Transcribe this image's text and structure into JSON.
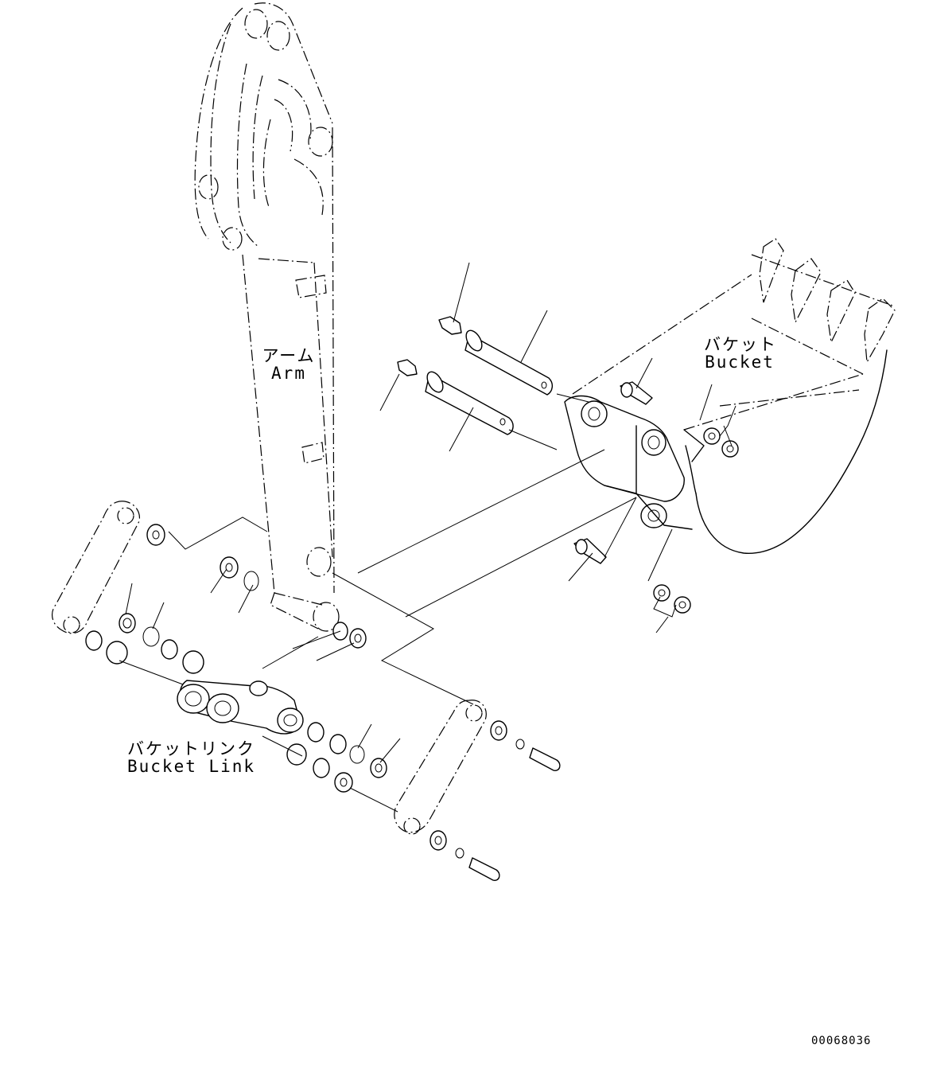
{
  "labels": {
    "arm_ja": "アーム",
    "arm_en": "Arm",
    "bucket_ja": "バケット",
    "bucket_en": "Bucket",
    "bucket_link_ja": "バケットリンク",
    "bucket_link_en": "Bucket Link"
  },
  "document_number": "00068036"
}
